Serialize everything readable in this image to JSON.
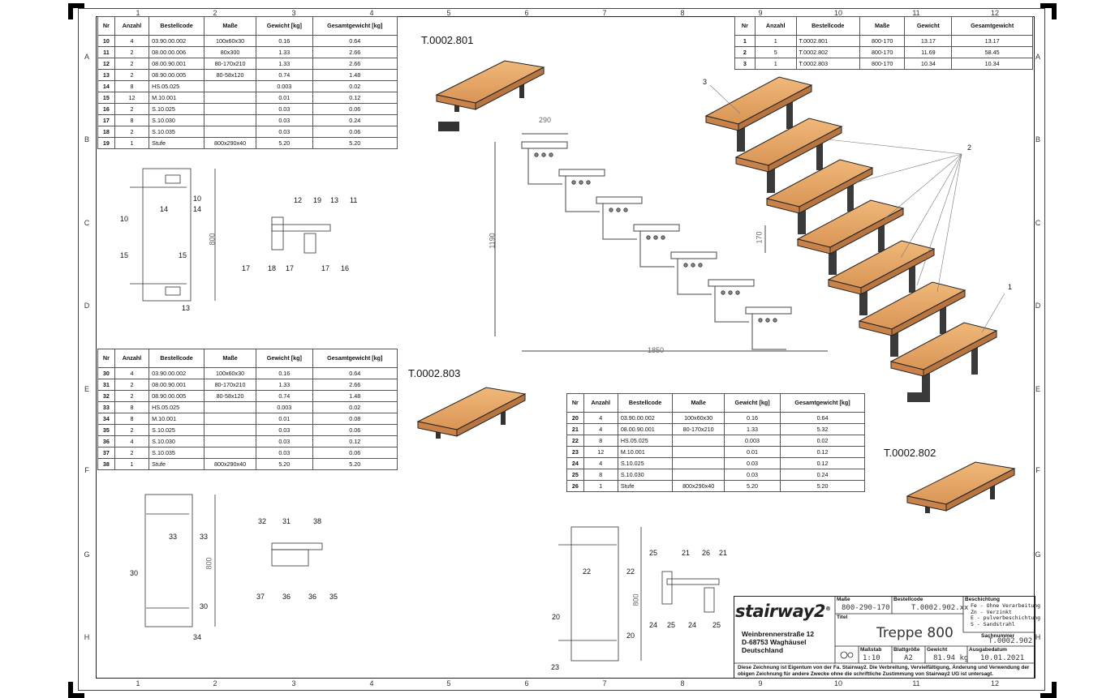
{
  "zones": {
    "columns": [
      "1",
      "2",
      "3",
      "4",
      "5",
      "6",
      "7",
      "8",
      "9",
      "10",
      "11",
      "12"
    ],
    "rows": [
      "A",
      "B",
      "C",
      "D",
      "E",
      "F",
      "G",
      "H"
    ]
  },
  "table_top_left": {
    "headers": [
      "Nr",
      "Anzahl",
      "Bestellcode",
      "Maße",
      "Gewicht [kg]",
      "Gesamtgewicht [kg]"
    ],
    "rows": [
      [
        "10",
        "4",
        "03.90.00.002",
        "100x60x30",
        "0.16",
        "0.64"
      ],
      [
        "11",
        "2",
        "08.00.00.006",
        "80x300",
        "1.33",
        "2.66"
      ],
      [
        "12",
        "2",
        "08.00.90.001",
        "80-170x210",
        "1.33",
        "2.66"
      ],
      [
        "13",
        "2",
        "08.90.00.005",
        "80-58x120",
        "0.74",
        "1.48"
      ],
      [
        "14",
        "8",
        "HS.05.025",
        "",
        "0.003",
        "0.02"
      ],
      [
        "15",
        "12",
        "M.10.001",
        "",
        "0.01",
        "0.12"
      ],
      [
        "16",
        "2",
        "S.10.025",
        "",
        "0.03",
        "0.06"
      ],
      [
        "17",
        "8",
        "S.10.030",
        "",
        "0.03",
        "0.24"
      ],
      [
        "18",
        "2",
        "S.10.035",
        "",
        "0.03",
        "0.06"
      ],
      [
        "19",
        "1",
        "Stufe",
        "800x290x40",
        "5.20",
        "5.20"
      ]
    ]
  },
  "table_top_right": {
    "headers": [
      "Nr",
      "Anzahl",
      "Bestellcode",
      "Maße",
      "Gewicht",
      "Gesamtgewicht"
    ],
    "rows": [
      [
        "1",
        "1",
        "T.0002.801",
        "800-170",
        "13.17",
        "13.17"
      ],
      [
        "2",
        "5",
        "T.0002.802",
        "800-170",
        "11.69",
        "58.45"
      ],
      [
        "3",
        "1",
        "T.0002.803",
        "800-170",
        "10.34",
        "10.34"
      ]
    ]
  },
  "table_mid_left": {
    "headers": [
      "Nr",
      "Anzahl",
      "Bestellcode",
      "Maße",
      "Gewicht [kg]",
      "Gesamtgewicht [kg]"
    ],
    "rows": [
      [
        "30",
        "4",
        "03.90.00.002",
        "100x60x30",
        "0.16",
        "0.64"
      ],
      [
        "31",
        "2",
        "08.00.90.001",
        "80-170x210",
        "1.33",
        "2.66"
      ],
      [
        "32",
        "2",
        "08.90.00.005",
        "80-58x120",
        "0.74",
        "1.48"
      ],
      [
        "33",
        "8",
        "HS.05.025",
        "",
        "0.003",
        "0.02"
      ],
      [
        "34",
        "8",
        "M.10.001",
        "",
        "0.01",
        "0.08"
      ],
      [
        "35",
        "2",
        "S.10.025",
        "",
        "0.03",
        "0.06"
      ],
      [
        "36",
        "4",
        "S.10.030",
        "",
        "0.03",
        "0.12"
      ],
      [
        "37",
        "2",
        "S.10.035",
        "",
        "0.03",
        "0.06"
      ],
      [
        "38",
        "1",
        "Stufe",
        "800x290x40",
        "5.20",
        "5.20"
      ]
    ]
  },
  "table_center": {
    "headers": [
      "Nr",
      "Anzahl",
      "Bestellcode",
      "Maße",
      "Gewicht [kg]",
      "Gesamtgewicht [kg]"
    ],
    "rows": [
      [
        "20",
        "4",
        "03.90.00.002",
        "100x60x30",
        "0.16",
        "0.64"
      ],
      [
        "21",
        "4",
        "08.00.90.001",
        "80-170x210",
        "1.33",
        "5.32"
      ],
      [
        "22",
        "8",
        "HS.05.025",
        "",
        "0.003",
        "0.02"
      ],
      [
        "23",
        "12",
        "M.10.001",
        "",
        "0.01",
        "0.12"
      ],
      [
        "24",
        "4",
        "S.10.025",
        "",
        "0.03",
        "0.12"
      ],
      [
        "25",
        "8",
        "S.10.030",
        "",
        "0.03",
        "0.24"
      ],
      [
        "26",
        "1",
        "Stufe",
        "800x290x40",
        "5.20",
        "5.20"
      ]
    ]
  },
  "labels": {
    "part_801": "T.0002.801",
    "part_803": "T.0002.803",
    "part_802": "T.0002.802"
  },
  "dimensions": {
    "d290": "290",
    "d1190": "1190",
    "d170": "170",
    "d1850": "1850",
    "d800a": "800",
    "d800b": "800",
    "d800c": "800"
  },
  "callouts": {
    "stair_3": "3",
    "stair_2": "2",
    "stair_1": "1",
    "a10": "10",
    "a10b": "10",
    "a14": "14",
    "a14b": "14",
    "a15": "15",
    "a15b": "15",
    "a13": "13",
    "b12": "12",
    "b19": "19",
    "b13": "13",
    "b11": "11",
    "b17": "17",
    "b18": "18",
    "b17b": "17",
    "b17c": "17",
    "b16": "16",
    "c33": "33",
    "c33b": "33",
    "c30": "30",
    "c30b": "30",
    "c34": "34",
    "d32": "32",
    "d31": "31",
    "d38": "38",
    "d37": "37",
    "d36": "36",
    "d36b": "36",
    "d35": "35",
    "e22": "22",
    "e22b": "22",
    "e20": "20",
    "e20b": "20",
    "e23": "23",
    "f25": "25",
    "f21": "21",
    "f26": "26",
    "f21b": "21",
    "f24": "24",
    "f25b": "25",
    "f24b": "24",
    "f25c": "25"
  },
  "title_block": {
    "logo": "stairway2",
    "reg": "®",
    "address_line1": "Weinbrennerstraße 12",
    "address_line2": "D-68753 Waghäusel",
    "address_line3": "Deutschland",
    "masse_label": "Maße",
    "masse_value": "800-290-170",
    "bestellcode_label": "Bestellcode",
    "bestellcode_value": "T.0002.902.xx",
    "beschichtung_label": "Beschichtung",
    "beschichtung_lines": [
      "Fe - Ohne Verarbeitung",
      "Zn - Verzinkt",
      "E  - pulverbeschichtung",
      "S  - Sandstrahl"
    ],
    "titel_label": "Titel",
    "titel_value": "Treppe 800",
    "sachnummer_label": "Sachnummer",
    "sachnummer_value": "T.0002.902",
    "massstab_label": "Maßstab",
    "massstab_value": "1:10",
    "blatt_label": "Blattgröße",
    "blatt_value": "A2",
    "gewicht_label": "Gewicht",
    "gewicht_value": "81.94 kg",
    "ausgabe_label": "Ausgabedatum",
    "ausgabe_value": "10.01.2021",
    "footnote": "Diese Zeichnung ist Eigentum von der Fa. Stairway2. Die Verbreitung, Vervielfältigung, Änderung und Verwendung der obigen Zeichnung für andere Zwecke ohne die schriftliche Zustimmung von Stairway2 UG ist untersagt."
  }
}
